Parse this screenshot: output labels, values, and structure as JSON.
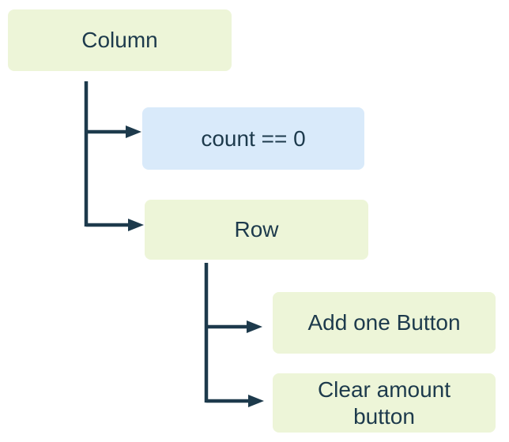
{
  "diagram": {
    "type": "widget-tree",
    "background": "#ffffff",
    "colors": {
      "widget_node_fill": "#edf5d8",
      "condition_node_fill": "#d9eafa",
      "connector_line": "#1d3a4c",
      "text": "#1d3a4c"
    },
    "nodes": [
      {
        "id": "column",
        "label": "Column",
        "kind": "widget"
      },
      {
        "id": "count-condition",
        "label": "count == 0",
        "kind": "condition"
      },
      {
        "id": "row",
        "label": "Row",
        "kind": "widget"
      },
      {
        "id": "add-one-button",
        "label": "Add one Button",
        "kind": "widget"
      },
      {
        "id": "clear-amount-button",
        "label": "Clear amount button",
        "kind": "widget"
      }
    ],
    "edges": [
      {
        "from": "column",
        "to": "count-condition"
      },
      {
        "from": "column",
        "to": "row"
      },
      {
        "from": "row",
        "to": "add-one-button"
      },
      {
        "from": "row",
        "to": "clear-amount-button"
      }
    ]
  }
}
